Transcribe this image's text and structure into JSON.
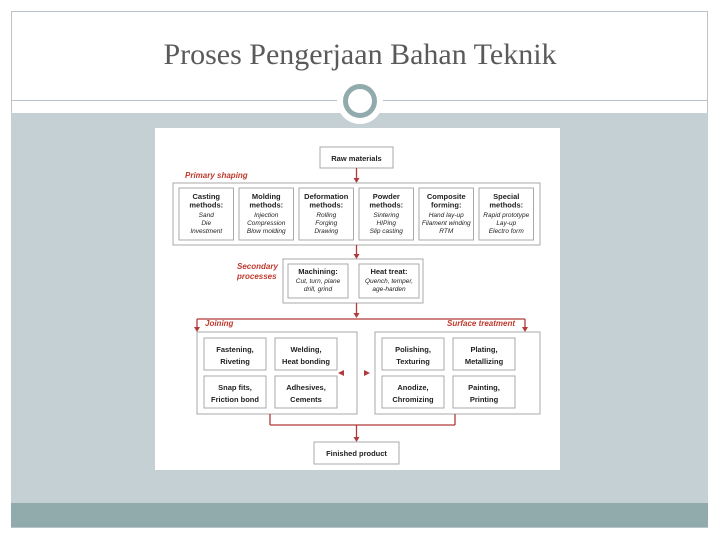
{
  "slide": {
    "title": "Proses Pengerjaan Bahan Teknik"
  },
  "diagram": {
    "raw_materials": "Raw materials",
    "primary_label": "Primary shaping",
    "primary": [
      {
        "title": [
          "Casting",
          "methods:"
        ],
        "items": [
          "Sand",
          "Die",
          "Investment"
        ]
      },
      {
        "title": [
          "Molding",
          "methods:"
        ],
        "items": [
          "Injection",
          "Compression",
          "Blow molding"
        ]
      },
      {
        "title": [
          "Deformation",
          "methods:"
        ],
        "items": [
          "Rolling",
          "Forging",
          "Drawing"
        ]
      },
      {
        "title": [
          "Powder",
          "methods:"
        ],
        "items": [
          "Sintering",
          "HIPing",
          "Slip casting"
        ]
      },
      {
        "title": [
          "Composite",
          "forming:"
        ],
        "items": [
          "Hand lay-up",
          "Filament winding",
          "RTM"
        ]
      },
      {
        "title": [
          "Special",
          "methods:"
        ],
        "items": [
          "Rapid prototype",
          "Lay-up",
          "Electro form"
        ]
      }
    ],
    "secondary_label": [
      "Secondary",
      "processes"
    ],
    "secondary": [
      {
        "title": [
          "Machining:"
        ],
        "items": [
          "Cut, turn, plane",
          "drill, grind"
        ]
      },
      {
        "title": [
          "Heat treat:"
        ],
        "items": [
          "Quench, temper,",
          "age-harden"
        ]
      }
    ],
    "joining_label": "Joining",
    "joining": [
      [
        "Fastening,",
        "Riveting"
      ],
      [
        "Welding,",
        "Heat bonding"
      ],
      [
        "Snap fits,",
        "Friction bond"
      ],
      [
        "Adhesives,",
        "Cements"
      ]
    ],
    "surface_label": "Surface treatment",
    "surface": [
      [
        "Polishing,",
        "Texturing"
      ],
      [
        "Plating,",
        "Metallizing"
      ],
      [
        "Anodize,",
        "Chromizing"
      ],
      [
        "Painting,",
        "Printing"
      ]
    ],
    "finished": "Finished product"
  },
  "colors": {
    "accent": "#91abad",
    "panel": "#c5d0d4",
    "flow": "#b23a3a",
    "label": "#c0392b"
  }
}
